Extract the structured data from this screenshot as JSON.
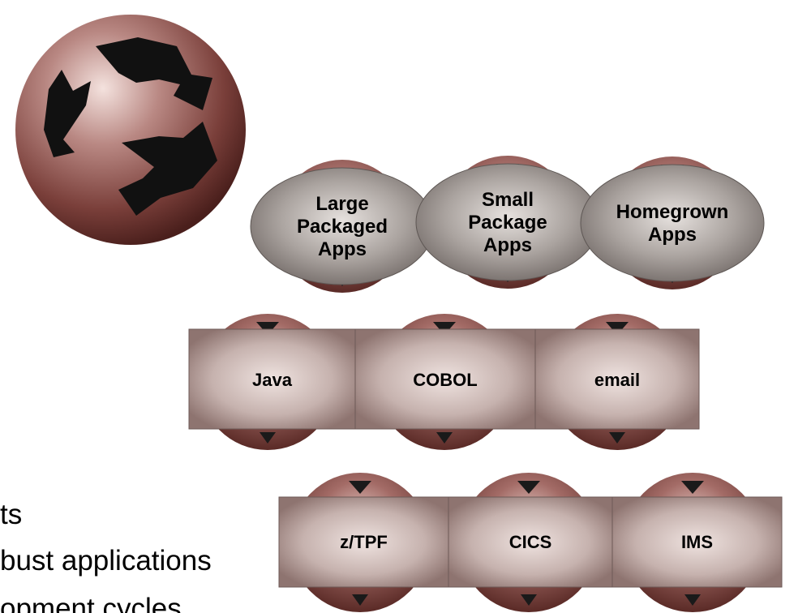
{
  "ovals": [
    {
      "lines": [
        "Large",
        "Packaged",
        "Apps"
      ]
    },
    {
      "lines": [
        "Small",
        "Package",
        "Apps"
      ]
    },
    {
      "lines": [
        "Homegrown",
        "Apps"
      ]
    }
  ],
  "middle_boxes": [
    {
      "label": "Java"
    },
    {
      "label": "COBOL"
    },
    {
      "label": "email"
    }
  ],
  "bottom_boxes": [
    {
      "label": "z/TPF"
    },
    {
      "label": "CICS"
    },
    {
      "label": "IMS"
    }
  ],
  "bullet_text": [
    "ts",
    "bust applications",
    "opment cycles"
  ],
  "colors": {
    "sphere": "#8a4a45",
    "oval": "#8c8480",
    "box": "#c4b2ae"
  }
}
